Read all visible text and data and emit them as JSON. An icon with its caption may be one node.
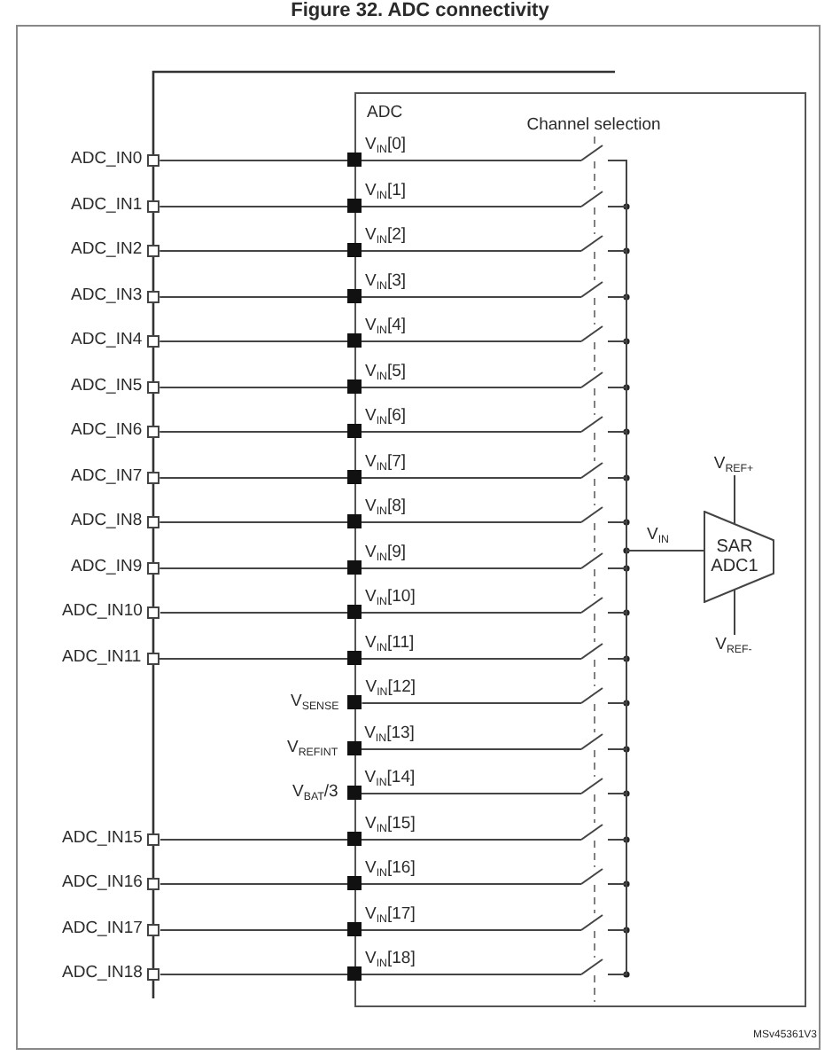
{
  "diagram": {
    "title": "Figure 32. ADC connectivity",
    "nodes": [
      {
        "text": [
          "ADC"
        ]
      },
      {
        "text": [
          "ADC_IN0"
        ]
      },
      {
        "text": [],
        "shape": "box"
      },
      {
        "text": [],
        "shape": "switch",
        "in": 0
      },
      {
        "text": [
          "ADC_IN1"
        ]
      },
      {
        "text": [],
        "shape": "box"
      },
      {
        "text": [],
        "shape": "switch",
        "in": 0
      },
      {
        "text": [
          "ADC_IN2"
        ]
      },
      {
        "text": [],
        "shape": "box"
      },
      {
        "text": [],
        "shape": "switch",
        "in": 0
      },
      {
        "text": [
          "ADC_IN3"
        ]
      },
      {
        "text": [],
        "shape": "box"
      },
      {
        "text": [],
        "shape": "switch",
        "in": 0
      },
      {
        "text": [
          "ADC_IN4"
        ]
      },
      {
        "text": [],
        "shape": "box"
      },
      {
        "text": [],
        "shape": "switch",
        "in": 0
      },
      {
        "text": [
          "ADC_IN5"
        ]
      },
      {
        "text": [],
        "shape": "box"
      },
      {
        "text": [],
        "shape": "switch",
        "in": 0
      },
      {
        "text": [
          "ADC_IN6"
        ]
      },
      {
        "text": [],
        "shape": "box"
      },
      {
        "text": [],
        "shape": "switch",
        "in": 0
      },
      {
        "text": [
          "ADC_IN7"
        ]
      },
      {
        "text": [],
        "shape": "box"
      },
      {
        "text": [],
        "shape": "switch",
        "in": 0
      },
      {
        "text": [
          "ADC_IN8"
        ]
      },
      {
        "text": [],
        "shape": "box"
      },
      {
        "text": [],
        "shape": "switch",
        "in": 0
      },
      {
        "text": [
          "ADC_IN9"
        ]
      },
      {
        "text": [],
        "shape": "box"
      },
      {
        "text": [],
        "shape": "switch",
        "in": 0
      },
      {
        "text": [
          "ADC_IN10"
        ]
      },
      {
        "text": [],
        "shape": "box"
      },
      {
        "text": [],
        "shape": "switch",
        "in": 0
      },
      {
        "text": [
          "ADC_IN11"
        ]
      },
      {
        "text": [],
        "shape": "box"
      },
      {
        "text": [],
        "shape": "switch",
        "in": 0
      },
      {
        "text": [
          "V$_{SENSE}$"
        ]
      },
      {
        "text": [],
        "shape": "switch",
        "in": 0
      },
      {
        "text": [
          "V$_{REFINT}$"
        ]
      },
      {
        "text": [],
        "shape": "switch",
        "in": 0
      },
      {
        "text": [
          "V$_{BAT}$/3"
        ]
      },
      {
        "text": [],
        "shape": "switch",
        "in": 0
      },
      {
        "text": [
          "ADC_IN15"
        ]
      },
      {
        "text": [],
        "shape": "box"
      },
      {
        "text": [],
        "shape": "switch",
        "in": 0
      },
      {
        "text": [
          "ADC_IN16"
        ]
      },
      {
        "text": [],
        "shape": "box"
      },
      {
        "text": [],
        "shape": "switch",
        "in": 0
      },
      {
        "text": [
          "ADC_IN17"
        ]
      },
      {
        "text": [],
        "shape": "box"
      },
      {
        "text": [],
        "shape": "switch",
        "in": 0
      },
      {
        "text": [
          "ADC_IN18"
        ]
      },
      {
        "text": [],
        "shape": "box"
      },
      {
        "text": [],
        "shape": "switch",
        "in": 0
      },
      {
        "text": [
          "V$_{REF+}$"
        ],
        "in": 0
      },
      {
        "text": [
          "SAR ADC1"
        ],
        "in": 0
      },
      {
        "text": [
          "V$_{REF-}$"
        ],
        "in": 0
      },
      {
        "text": [
          "Channel selection"
        ],
        "in": 0
      }
    ],
    "edges": [
      {
        "from": 1,
        "to": 2,
        "arrow": "none"
      },
      {
        "from": 2,
        "to": 3,
        "arrow": "none",
        "label": "V$_{IN}$[0]"
      },
      {
        "from": 3,
        "to": 56,
        "arrow": "none"
      },
      {
        "from": 4,
        "to": 5,
        "arrow": "none"
      },
      {
        "from": 5,
        "to": 6,
        "arrow": "none",
        "label": "V$_{IN}$[1]"
      },
      {
        "from": 6,
        "to": 56,
        "arrow": "none"
      },
      {
        "from": 7,
        "to": 8,
        "arrow": "none"
      },
      {
        "from": 8,
        "to": 9,
        "arrow": "none",
        "label": "V$_{IN}$[2]"
      },
      {
        "from": 9,
        "to": 56,
        "arrow": "none"
      },
      {
        "from": 10,
        "to": 11,
        "arrow": "none"
      },
      {
        "from": 11,
        "to": 12,
        "arrow": "none",
        "label": "V$_{IN}$[3]"
      },
      {
        "from": 12,
        "to": 56,
        "arrow": "none"
      },
      {
        "from": 13,
        "to": 14,
        "arrow": "none"
      },
      {
        "from": 14,
        "to": 15,
        "arrow": "none",
        "label": "V$_{IN}$[4]"
      },
      {
        "from": 15,
        "to": 56,
        "arrow": "none"
      },
      {
        "from": 16,
        "to": 17,
        "arrow": "none"
      },
      {
        "from": 17,
        "to": 18,
        "arrow": "none",
        "label": "V$_{IN}$[5]"
      },
      {
        "from": 18,
        "to": 56,
        "arrow": "none"
      },
      {
        "from": 19,
        "to": 20,
        "arrow": "none"
      },
      {
        "from": 20,
        "to": 21,
        "arrow": "none",
        "label": "V$_{IN}$[6]"
      },
      {
        "from": 21,
        "to": 56,
        "arrow": "none"
      },
      {
        "from": 22,
        "to": 23,
        "arrow": "none"
      },
      {
        "from": 23,
        "to": 24,
        "arrow": "none",
        "label": "V$_{IN}$[7]"
      },
      {
        "from": 24,
        "to": 56,
        "arrow": "none"
      },
      {
        "from": 25,
        "to": 26,
        "arrow": "none"
      },
      {
        "from": 26,
        "to": 27,
        "arrow": "none",
        "label": "V$_{IN}$[8]"
      },
      {
        "from": 27,
        "to": 56,
        "arrow": "none"
      },
      {
        "from": 28,
        "to": 29,
        "arrow": "none"
      },
      {
        "from": 29,
        "to": 30,
        "arrow": "none",
        "label": "V$_{IN}$[9]"
      },
      {
        "from": 30,
        "to": 56,
        "arrow": "none"
      },
      {
        "from": 31,
        "to": 32,
        "arrow": "none"
      },
      {
        "from": 32,
        "to": 33,
        "arrow": "none",
        "label": "V$_{IN}$[10]"
      },
      {
        "from": 33,
        "to": 56,
        "arrow": "none"
      },
      {
        "from": 34,
        "to": 35,
        "arrow": "none"
      },
      {
        "from": 35,
        "to": 36,
        "arrow": "none",
        "label": "V$_{IN}$[11]"
      },
      {
        "from": 36,
        "to": 56,
        "arrow": "none"
      },
      {
        "from": 37,
        "to": 38,
        "arrow": "none",
        "label": "V$_{IN}$[12]"
      },
      {
        "from": 38,
        "to": 56,
        "arrow": "none"
      },
      {
        "from": 39,
        "to": 40,
        "arrow": "none",
        "label": "V$_{IN}$[13]"
      },
      {
        "from": 40,
        "to": 56,
        "arrow": "none"
      },
      {
        "from": 41,
        "to": 42,
        "arrow": "none",
        "label": "V$_{IN}$[14]"
      },
      {
        "from": 42,
        "to": 56,
        "arrow": "none"
      },
      {
        "from": 43,
        "to": 44,
        "arrow": "none"
      },
      {
        "from": 44,
        "to": 45,
        "arrow": "none",
        "label": "V$_{IN}$[15]"
      },
      {
        "from": 45,
        "to": 56,
        "arrow": "none"
      },
      {
        "from": 46,
        "to": 47,
        "arrow": "none"
      },
      {
        "from": 47,
        "to": 48,
        "arrow": "none",
        "label": "V$_{IN}$[16]"
      },
      {
        "from": 48,
        "to": 56,
        "arrow": "none"
      },
      {
        "from": 49,
        "to": 50,
        "arrow": "none"
      },
      {
        "from": 50,
        "to": 51,
        "arrow": "none",
        "label": "V$_{IN}$[17]"
      },
      {
        "from": 51,
        "to": 56,
        "arrow": "none"
      },
      {
        "from": 52,
        "to": 53,
        "arrow": "none"
      },
      {
        "from": 53,
        "to": 54,
        "arrow": "none",
        "label": "V$_{IN}$[18]"
      },
      {
        "from": 54,
        "to": 56,
        "arrow": "none"
      },
      {
        "from": 55,
        "to": 56,
        "arrow": "none"
      },
      {
        "from": 56,
        "to": 57,
        "arrow": "none"
      },
      {
        "from": 58,
        "to": 3,
        "arrow": "none",
        "style": "dashed",
        "color": "#808080"
      },
      {
        "from": 3,
        "to": 6,
        "arrow": "none",
        "style": "dashed",
        "color": "#808080"
      },
      {
        "from": 6,
        "to": 9,
        "arrow": "none",
        "style": "dashed",
        "color": "#808080"
      },
      {
        "from": 9,
        "to": 12,
        "arrow": "none",
        "style": "dashed",
        "color": "#808080"
      },
      {
        "from": 12,
        "to": 15,
        "arrow": "none",
        "style": "dashed",
        "color": "#808080"
      },
      {
        "from": 15,
        "to": 18,
        "arrow": "none",
        "style": "dashed",
        "color": "#808080"
      },
      {
        "from": 18,
        "to": 21,
        "arrow": "none",
        "style": "dashed",
        "color": "#808080"
      },
      {
        "from": 21,
        "to": 24,
        "arrow": "none",
        "style": "dashed",
        "color": "#808080"
      },
      {
        "from": 24,
        "to": 27,
        "arrow": "none",
        "style": "dashed",
        "color": "#808080"
      },
      {
        "from": 27,
        "to": 30,
        "arrow": "none",
        "style": "dashed",
        "color": "#808080"
      },
      {
        "from": 30,
        "to": 33,
        "arrow": "none",
        "style": "dashed",
        "color": "#808080"
      },
      {
        "from": 33,
        "to": 36,
        "arrow": "none",
        "style": "dashed",
        "color": "#808080"
      },
      {
        "from": 36,
        "to": 38,
        "arrow": "none",
        "style": "dashed",
        "color": "#808080"
      },
      {
        "from": 38,
        "to": 40,
        "arrow": "none",
        "style": "dashed",
        "color": "#808080"
      },
      {
        "from": 40,
        "to": 42,
        "arrow": "none",
        "style": "dashed",
        "color": "#808080"
      },
      {
        "from": 42,
        "to": 45,
        "arrow": "none",
        "style": "dashed",
        "color": "#808080"
      },
      {
        "from": 45,
        "to": 48,
        "arrow": "none",
        "style": "dashed",
        "color": "#808080"
      },
      {
        "from": 48,
        "to": 51,
        "arrow": "none",
        "style": "dashed",
        "color": "#808080"
      },
      {
        "from": 51,
        "to": 54,
        "arrow": "none",
        "style": "dashed",
        "color": "#808080"
      },
      {
        "from": 54,
        "to": null,
        "arrow": "none",
        "style": "dashed",
        "color": "#808080"
      }
    ],
    "labels": [
      "V$_{IN}$",
      "MSv45361V3"
    ]
  }
}
